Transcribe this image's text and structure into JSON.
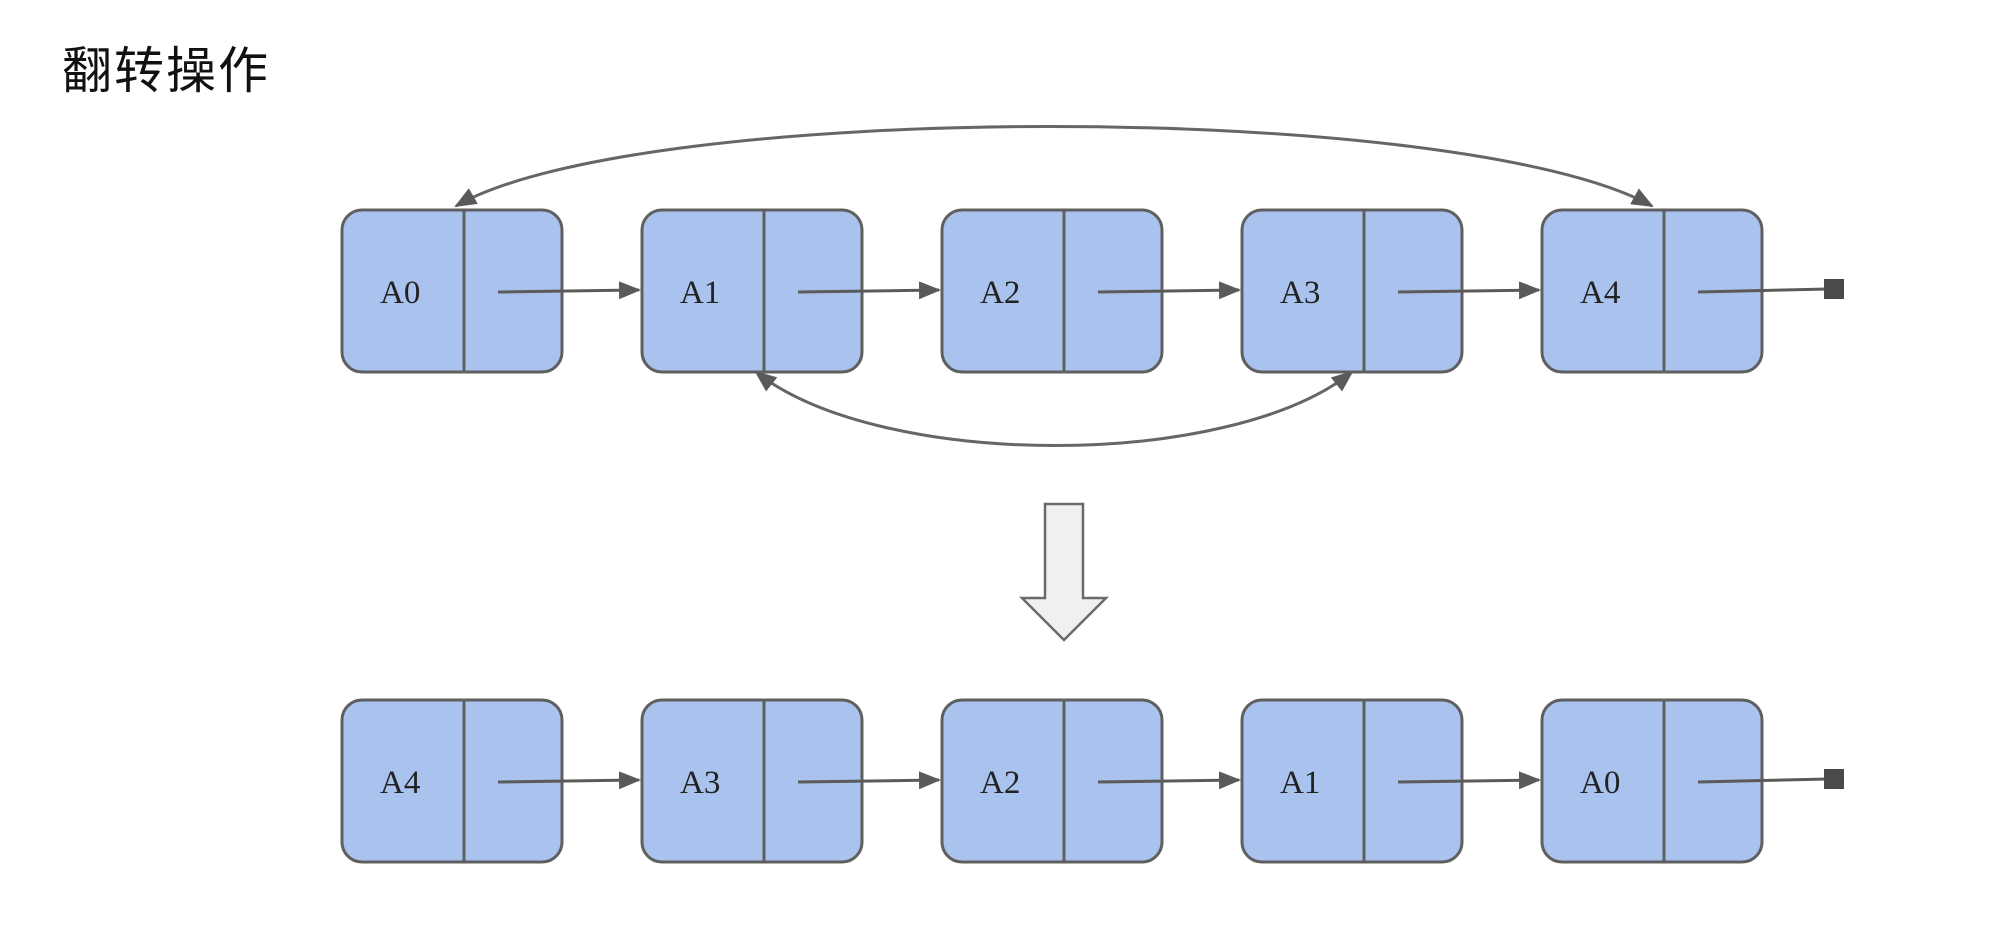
{
  "title": "翻转操作",
  "before": {
    "nodes": [
      "A0",
      "A1",
      "A2",
      "A3",
      "A4"
    ]
  },
  "after": {
    "nodes": [
      "A4",
      "A3",
      "A2",
      "A1",
      "A0"
    ]
  },
  "swaps": [
    {
      "from": "A0",
      "to": "A4"
    },
    {
      "from": "A1",
      "to": "A3"
    }
  ],
  "colors": {
    "node_fill": "#a9c3ee",
    "node_stroke": "#5f5f5f",
    "arrow": "#5a5a5a",
    "transform_arrow_fill": "#f0f0f0"
  }
}
